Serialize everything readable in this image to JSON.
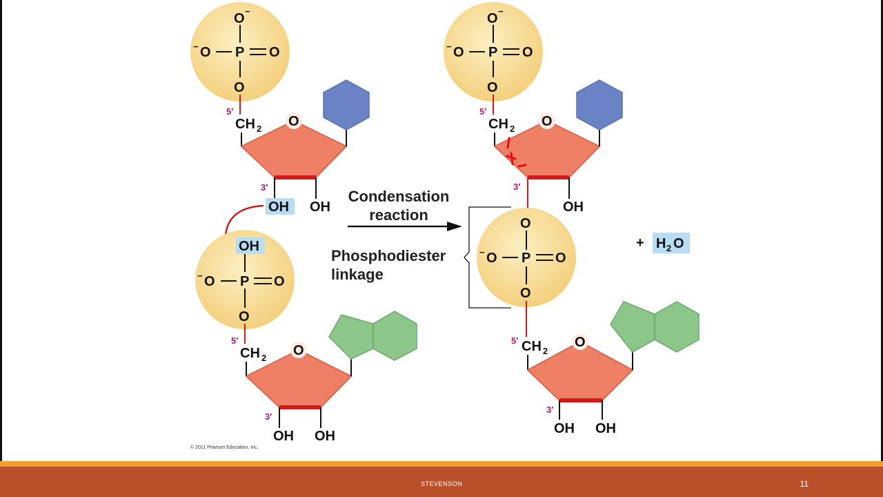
{
  "colors": {
    "phosphate_fill": "#f6d98a",
    "sugar_fill": "#ee8066",
    "sugar_edge": "#d31a1a",
    "purine_fill": "#8cc68a",
    "pyrimidine_fill": "#6b83c4",
    "highlight": "#b8dcf2",
    "prime_color": "#b0177f",
    "footer": "#b9502a",
    "footer_stripe": "#f0a030"
  },
  "labels": {
    "o": "O",
    "o_minus": "O",
    "minus": "−",
    "p": "P",
    "oh": "OH",
    "ch": "CH",
    "two": "2",
    "five_prime": "5′",
    "three_prime": "3′",
    "plus": "+",
    "h": "H",
    "reaction_line1": "Condensation",
    "reaction_line2": "reaction",
    "linkage_line1": "Phosphodiester",
    "linkage_line2": "linkage",
    "copyright": "© 2011 Pearson Education, Inc."
  },
  "footer": {
    "text": "STEVENSON",
    "page_number": "11"
  }
}
